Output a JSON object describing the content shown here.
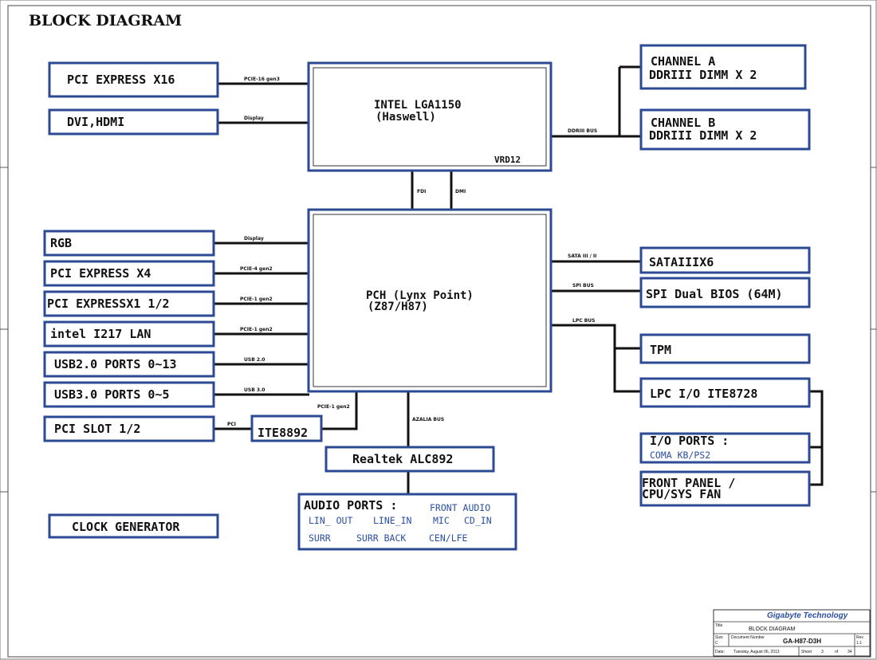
{
  "title": "BLOCK DIAGRAM",
  "cpu": {
    "line1": "INTEL LGA1150",
    "line2": "(Haswell)",
    "vrd": "VRD12"
  },
  "pch": {
    "line1": "PCH (Lynx Point)",
    "line2": "(Z87/H87)"
  },
  "left_top": {
    "pcie16": "PCI EXPRESS X16",
    "dvi": "DVI,HDMI"
  },
  "left": {
    "rgb": "RGB",
    "pcie4": "PCI EXPRESS X4",
    "pcie1": "PCI EXPRESSX1 1/2",
    "lan": "intel I217 LAN",
    "usb2": "USB2.0 PORTS 0~13",
    "usb3": "USB3.0 PORTS 0~5",
    "pci": "PCI SLOT 1/2"
  },
  "right": {
    "chA1": "CHANNEL A",
    "chA2": "DDRIII  DIMM X 2",
    "chB1": "CHANNEL B",
    "chB2": "DDRIII DIMM X 2",
    "sata": "SATAIIIX6",
    "spi": "SPI Dual BIOS (64M)",
    "tpm": "TPM",
    "lpc": "LPC I/O ITE8728",
    "io1": "I/O PORTS  :",
    "io2": "COMA  KB/PS2",
    "fp1": "FRONT PANEL /",
    "fp2": "CPU/SYS FAN"
  },
  "ite8892": "ITE8892",
  "realtek": "Realtek ALC892",
  "audio": {
    "label": "AUDIO PORTS :",
    "front": "FRONT AUDIO",
    "lin_out": "LIN_ OUT",
    "line_in": "LINE_IN",
    "mic": "MIC",
    "cd_in": "CD_IN",
    "surr": "SURR",
    "surr_back": "SURR BACK",
    "cen_lfe": "CEN/LFE"
  },
  "clock": "CLOCK GENERATOR",
  "buses": {
    "pcie16": "PCIE-16 gen3",
    "display1": "Display",
    "ddr": "DDRIII BUS",
    "fdi": "FDI",
    "dmi": "DMI",
    "display2": "Display",
    "pcie4": "PCIE-4 gen2",
    "pcie1a": "PCIE-1 gen2",
    "pcie1b": "PCIE-1 gen2",
    "usb2": "USB 2.0",
    "usb3": "USB 3.0",
    "pci": "PCI",
    "pcie1c": "PCIE-1 gen2",
    "azalia": "AZALIA BUS",
    "sata": "SATA III / II",
    "spi": "SPI BUS",
    "lpc": "LPC BUS"
  },
  "title_block": {
    "company": "Gigabyte Technology",
    "title_label": "Title",
    "title_value": "BLOCK DIAGRAM",
    "size_label": "Size",
    "size_value": "C",
    "doc_label": "Document Number",
    "doc_value": "GA-H87-D3H",
    "rev_label": "Rev",
    "rev_value": "1.1",
    "date_label": "Date:",
    "date_value": "Tuesday, August 06, 2013",
    "sheet_label": "Sheet",
    "sheet_value": "3",
    "of_label": "of",
    "of_value": "34"
  }
}
